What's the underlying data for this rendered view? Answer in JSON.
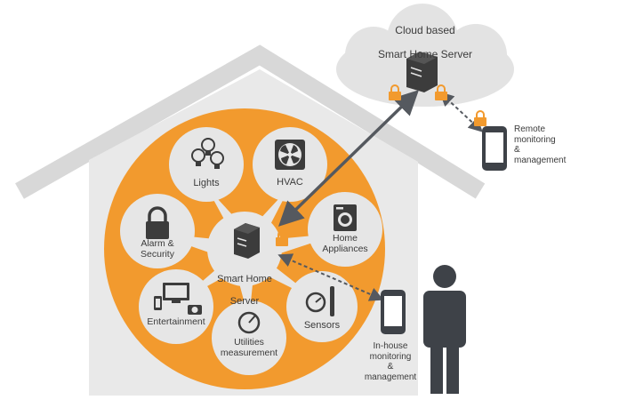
{
  "diagram": {
    "cloud_server": {
      "line1": "Cloud based",
      "line2": "Smart Home Server"
    },
    "hub": {
      "line1": "Smart Home",
      "line2": "Server"
    },
    "nodes": [
      {
        "id": "lights",
        "label": "Lights",
        "icon": "light-bulbs-icon"
      },
      {
        "id": "hvac",
        "label": "HVAC",
        "icon": "fan-icon"
      },
      {
        "id": "home-appliances",
        "label": "Home\nAppliances",
        "icon": "washing-machine-icon"
      },
      {
        "id": "sensors",
        "label": "Sensors",
        "icon": "gauge-sensor-icon"
      },
      {
        "id": "utilities",
        "label": "Utilities\nmeasurement",
        "icon": "meter-icon"
      },
      {
        "id": "entertainment",
        "label": "Entertainment",
        "icon": "tv-phone-camera-icon"
      },
      {
        "id": "alarm-security",
        "label": "Alarm &\nSecurity",
        "icon": "padlock-icon"
      }
    ],
    "remote": {
      "label": "Remote\nmonitoring\n&\nmanagement"
    },
    "inhouse": {
      "label": "In-house\nmonitoring\n&\nmanagement"
    }
  },
  "colors": {
    "house": "#d8d8d8",
    "house_fill": "#e9e9e9",
    "orange": "#f29a2e",
    "node_fill": "#e6e6e6",
    "cloud": "#e3e3e3",
    "icon": "#3c3c3c",
    "person": "#3e4248",
    "lock": "#f29a2e"
  }
}
